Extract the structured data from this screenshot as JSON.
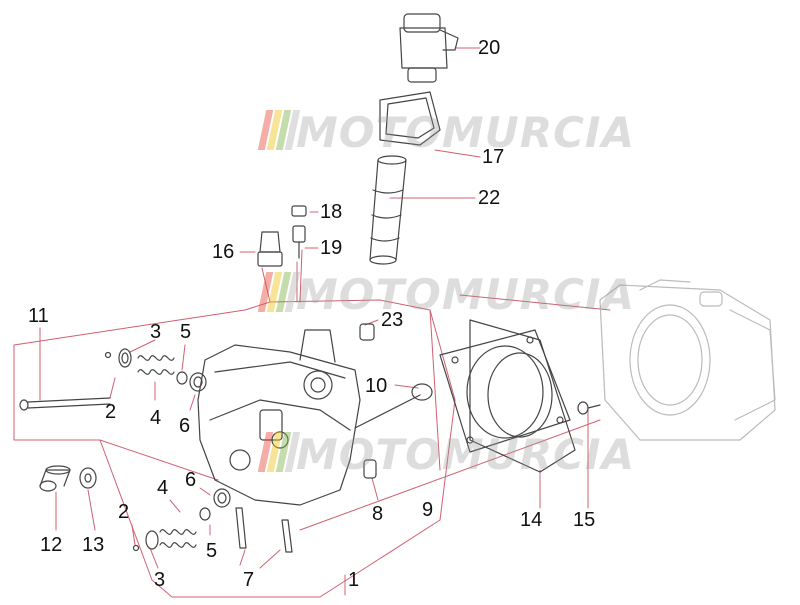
{
  "diagram": {
    "watermark_text": "MOTOMURCIA",
    "watermark_colors": [
      "#e84b3c",
      "#f0c419",
      "#7fb24a",
      "#b9b9b9"
    ],
    "line_color": "#d06070",
    "labels": {
      "p1": "1",
      "p2a": "2",
      "p2b": "2",
      "p3a": "3",
      "p3b": "3",
      "p4a": "4",
      "p4b": "4",
      "p5a": "5",
      "p5b": "5",
      "p6a": "6",
      "p6b": "6",
      "p7": "7",
      "p8": "8",
      "p9": "9",
      "p10": "10",
      "p11": "11",
      "p12": "12",
      "p13": "13",
      "p14": "14",
      "p15": "15",
      "p16": "16",
      "p17": "17",
      "p18": "18",
      "p19": "19",
      "p20": "20",
      "p22": "22",
      "p23": "23"
    }
  }
}
